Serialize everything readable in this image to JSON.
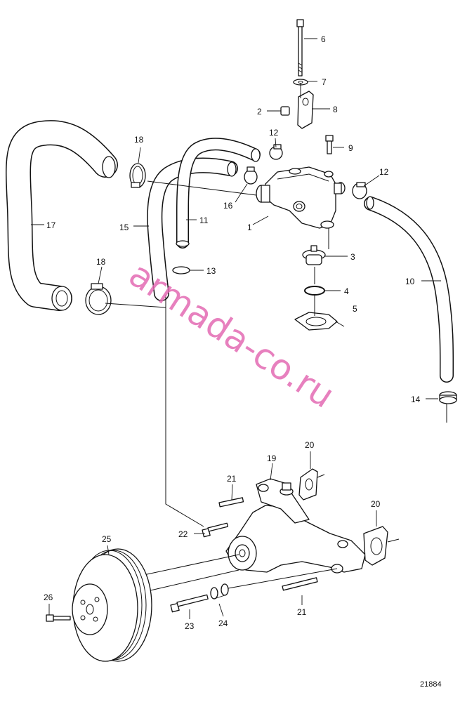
{
  "callouts": [
    {
      "id": "6",
      "label": "6"
    },
    {
      "id": "7",
      "label": "7"
    },
    {
      "id": "2",
      "label": "2"
    },
    {
      "id": "8",
      "label": "8"
    },
    {
      "id": "9",
      "label": "9"
    },
    {
      "id": "12a",
      "label": "12"
    },
    {
      "id": "12b",
      "label": "12"
    },
    {
      "id": "18a",
      "label": "18"
    },
    {
      "id": "16",
      "label": "16"
    },
    {
      "id": "17",
      "label": "17"
    },
    {
      "id": "15",
      "label": "15"
    },
    {
      "id": "11",
      "label": "11"
    },
    {
      "id": "1",
      "label": "1"
    },
    {
      "id": "3",
      "label": "3"
    },
    {
      "id": "13",
      "label": "13"
    },
    {
      "id": "18b",
      "label": "18"
    },
    {
      "id": "4",
      "label": "4"
    },
    {
      "id": "5",
      "label": "5"
    },
    {
      "id": "10",
      "label": "10"
    },
    {
      "id": "14",
      "label": "14"
    },
    {
      "id": "19",
      "label": "19"
    },
    {
      "id": "20a",
      "label": "20"
    },
    {
      "id": "20b",
      "label": "20"
    },
    {
      "id": "21a",
      "label": "21"
    },
    {
      "id": "21b",
      "label": "21"
    },
    {
      "id": "22",
      "label": "22"
    },
    {
      "id": "25",
      "label": "25"
    },
    {
      "id": "26",
      "label": "26"
    },
    {
      "id": "23",
      "label": "23"
    },
    {
      "id": "24",
      "label": "24"
    }
  ],
  "watermark": "armada-co.ru",
  "figure_number": "21884"
}
